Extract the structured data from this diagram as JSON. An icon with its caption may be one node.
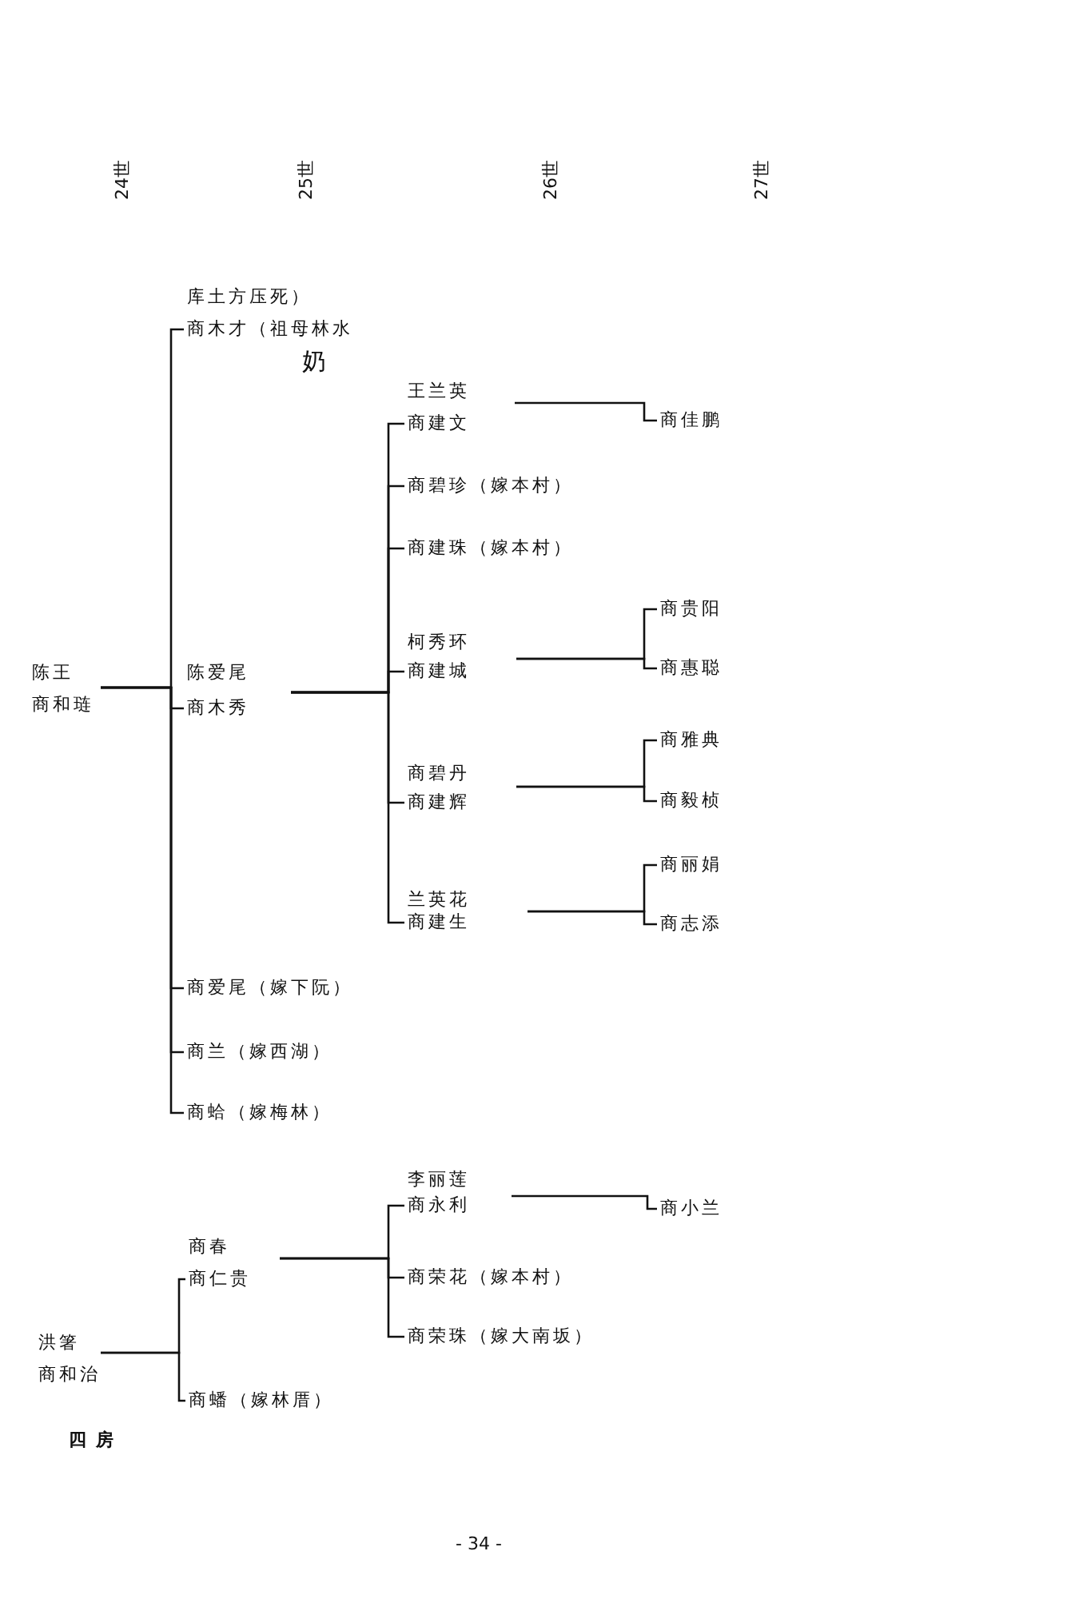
{
  "diagram": {
    "nodes": [
      {
        "text": [
          "陈王",
          "商和琏"
        ]
      },
      {
        "text": [
          "库土方压死）",
          "商木才（祖母林水",
          "奶"
        ]
      },
      {
        "text": [
          "陈爱尾",
          "商木秀"
        ]
      },
      {
        "text": [
          "商爱尾（嫁下阮）"
        ]
      },
      {
        "text": [
          "商兰（嫁西湖）"
        ]
      },
      {
        "text": [
          "商蛤（嫁梅林）"
        ]
      },
      {
        "text": [
          "王兰英",
          "商建文"
        ]
      },
      {
        "text": [
          "商碧珍（嫁本村）"
        ]
      },
      {
        "text": [
          "商建珠（嫁本村）"
        ]
      },
      {
        "text": [
          "柯秀环",
          "商建城"
        ]
      },
      {
        "text": [
          "商碧丹",
          "商建辉"
        ]
      },
      {
        "text": [
          "兰英花",
          "商建生"
        ]
      },
      {
        "text": [
          "商佳鹏"
        ]
      },
      {
        "text": [
          "商贵阳"
        ]
      },
      {
        "text": [
          "商惠聪"
        ]
      },
      {
        "text": [
          "商雅典"
        ]
      },
      {
        "text": [
          "商毅桢"
        ]
      },
      {
        "text": [
          "商丽娟"
        ]
      },
      {
        "text": [
          "商志添"
        ]
      },
      {
        "text": [
          "洪箸",
          "商和治"
        ]
      },
      {
        "text": [
          "商春",
          "商仁贵"
        ]
      },
      {
        "text": [
          "商蟠（嫁林厝）"
        ]
      },
      {
        "text": [
          "李丽莲",
          "商永利"
        ]
      },
      {
        "text": [
          "商荣花（嫁本村）"
        ]
      },
      {
        "text": [
          "商荣珠（嫁大南坂）"
        ]
      },
      {
        "text": [
          "商小兰"
        ]
      }
    ],
    "edges": [
      {
        "from": 0,
        "to": 1,
        "arrow": "none"
      },
      {
        "from": 0,
        "to": 2,
        "arrow": "none"
      },
      {
        "from": 0,
        "to": 3,
        "arrow": "none"
      },
      {
        "from": 0,
        "to": 4,
        "arrow": "none"
      },
      {
        "from": 0,
        "to": 5,
        "arrow": "none"
      },
      {
        "from": 2,
        "to": 6,
        "arrow": "none"
      },
      {
        "from": 2,
        "to": 7,
        "arrow": "none"
      },
      {
        "from": 2,
        "to": 8,
        "arrow": "none"
      },
      {
        "from": 2,
        "to": 9,
        "arrow": "none"
      },
      {
        "from": 2,
        "to": 10,
        "arrow": "none"
      },
      {
        "from": 2,
        "to": 11,
        "arrow": "none"
      },
      {
        "from": 6,
        "to": 12,
        "arrow": "none"
      },
      {
        "from": 9,
        "to": 13,
        "arrow": "none"
      },
      {
        "from": 9,
        "to": 14,
        "arrow": "none"
      },
      {
        "from": 10,
        "to": 15,
        "arrow": "none"
      },
      {
        "from": 10,
        "to": 16,
        "arrow": "none"
      },
      {
        "from": 11,
        "to": 17,
        "arrow": "none"
      },
      {
        "from": 11,
        "to": 18,
        "arrow": "none"
      },
      {
        "from": 19,
        "to": 20,
        "arrow": "none"
      },
      {
        "from": 19,
        "to": 21,
        "arrow": "none"
      },
      {
        "from": 20,
        "to": 22,
        "arrow": "none"
      },
      {
        "from": 20,
        "to": 23,
        "arrow": "none"
      },
      {
        "from": 20,
        "to": 24,
        "arrow": "none"
      },
      {
        "from": 22,
        "to": 25,
        "arrow": "none"
      }
    ],
    "labels": [
      "24世",
      "25世",
      "26世",
      "27世",
      "四房",
      "- 34 -"
    ]
  }
}
